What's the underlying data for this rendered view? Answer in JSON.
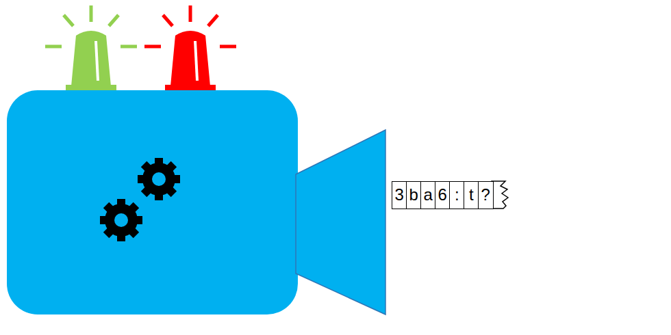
{
  "diagram": {
    "nodes": [
      {
        "text": [
          "3"
        ]
      },
      {
        "text": [
          "b"
        ]
      },
      {
        "text": [
          "a"
        ]
      },
      {
        "text": [
          "6"
        ]
      },
      {
        "text": [
          ":"
        ]
      },
      {
        "text": [
          "t"
        ]
      },
      {
        "text": [
          "?"
        ]
      }
    ]
  }
}
